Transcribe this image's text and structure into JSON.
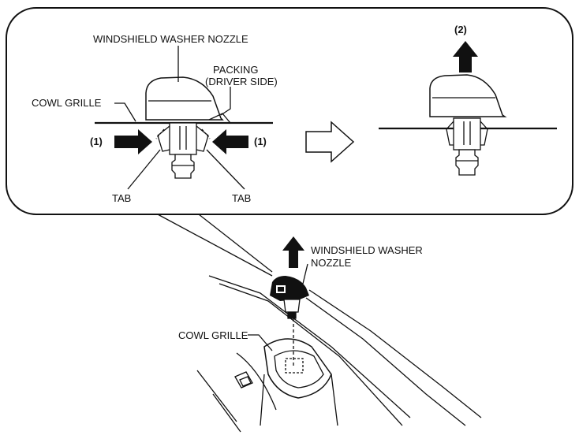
{
  "callout": {
    "nozzle_label": "WINDSHIELD WASHER NOZZLE",
    "packing_label_line1": "PACKING",
    "packing_label_line2": "(DRIVER SIDE)",
    "cowl_grille_label": "COWL GRILLE",
    "step1_left": "(1)",
    "step1_right": "(1)",
    "step2": "(2)",
    "tab_left": "TAB",
    "tab_right": "TAB"
  },
  "main": {
    "nozzle_label_line1": "WINDSHIELD WASHER",
    "nozzle_label_line2": "NOZZLE",
    "cowl_grille_label": "COWL GRILLE"
  }
}
